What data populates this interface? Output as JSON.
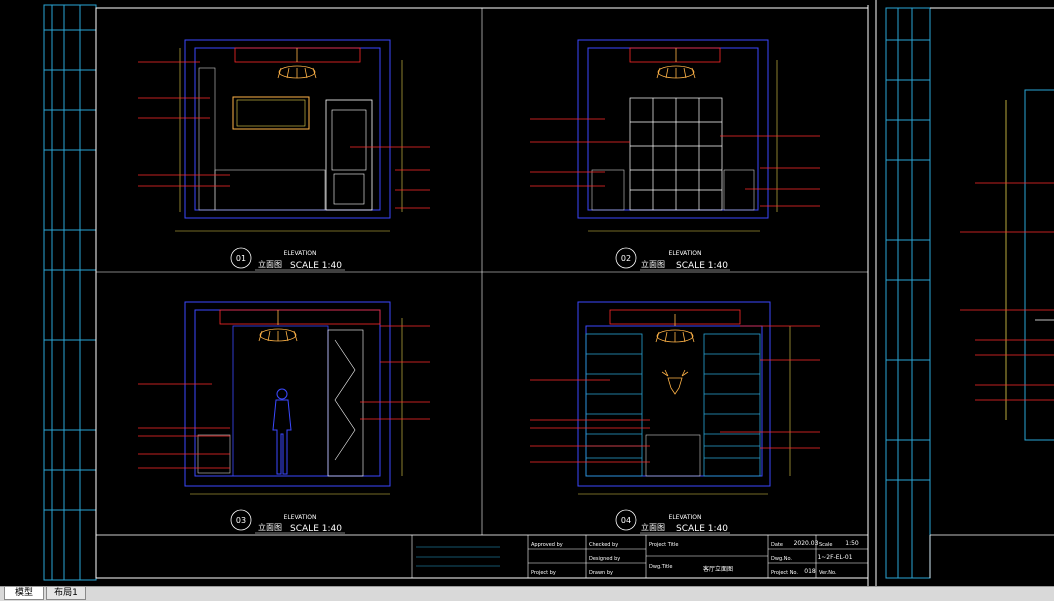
{
  "colors": {
    "background": "#000000",
    "frame": "#2aa6d6",
    "wall": "#3b49ff",
    "dim": "#e8d44d",
    "leader": "#ff2a2a",
    "fixture": "#ffb347",
    "white": "#ffffff"
  },
  "elevations": [
    {
      "number": "01",
      "title": "ELEVATION",
      "subtitle": "立面图",
      "scale": "SCALE 1:40"
    },
    {
      "number": "02",
      "title": "ELEVATION",
      "subtitle": "立面图",
      "scale": "SCALE 1:40"
    },
    {
      "number": "03",
      "title": "ELEVATION",
      "subtitle": "立面图",
      "scale": "SCALE 1:40"
    },
    {
      "number": "04",
      "title": "ELEVATION",
      "subtitle": "立面图",
      "scale": "SCALE 1:40"
    }
  ],
  "title_block": {
    "approved_by": "Approved by",
    "checked_by": "Checked by",
    "project_title": "Project Title",
    "drawn_by": "Drawn by",
    "designed_by": "Designed by",
    "project_by": "Project by",
    "dwg_title_label": "Dwg.Title",
    "dwg_title": "客厅立面图",
    "date_label": "Date",
    "date": "2020.03",
    "scale_label": "Scale",
    "scale": "1:50",
    "dwg_no_label": "Dwg.No.",
    "dwg_no": "1~2F-EL-01",
    "project_no_label": "Project No.",
    "project_no": "018",
    "ver_label": "Ver.No."
  },
  "tabs": {
    "model": "模型",
    "layout": "布局1"
  }
}
